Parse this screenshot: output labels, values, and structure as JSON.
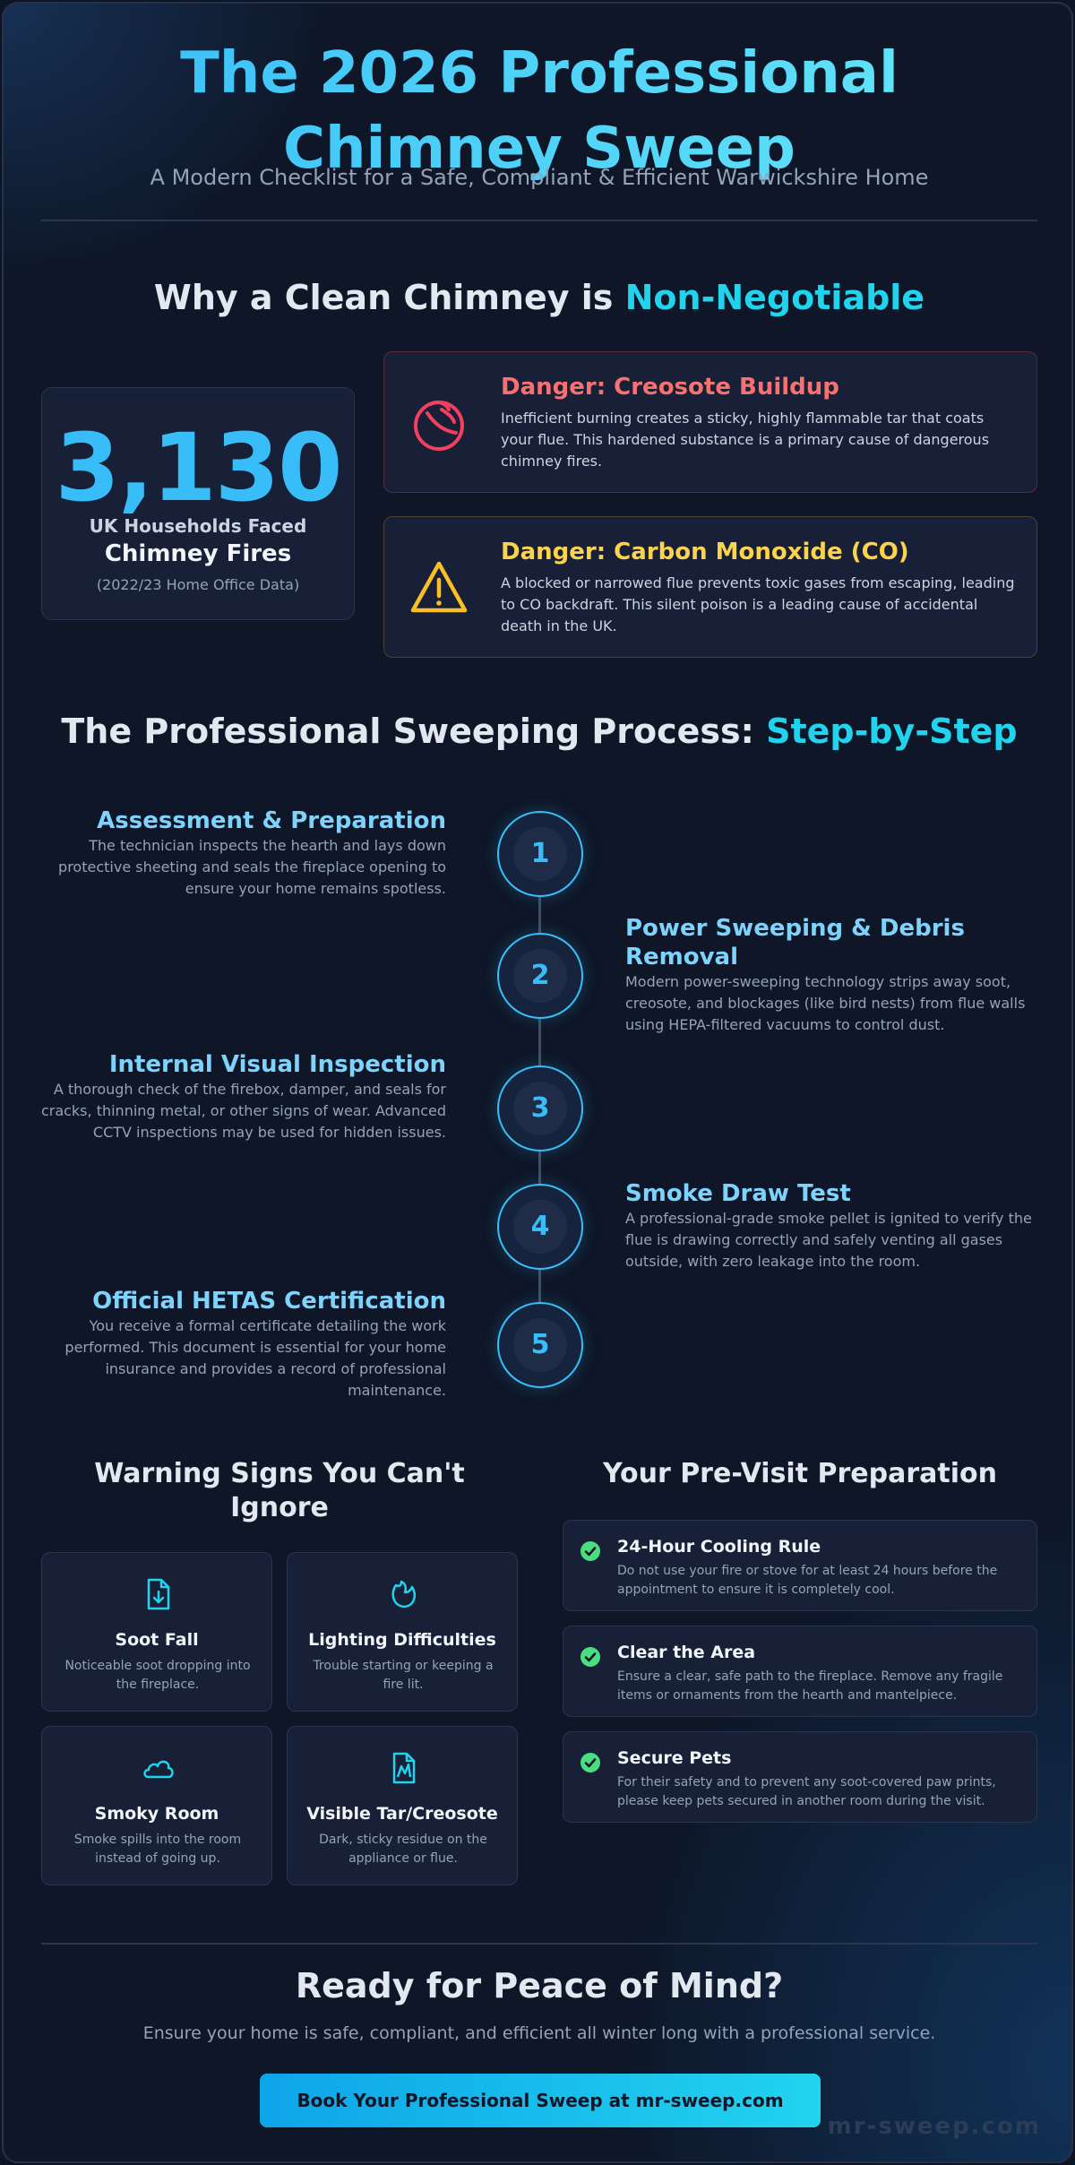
{
  "header": {
    "title": "The 2026 Professional Chimney Sweep",
    "subtitle": "A Modern Checklist for a Safe, Compliant & Efficient Warwickshire Home"
  },
  "why": {
    "heading_prefix": "Why a Clean Chimney is ",
    "heading_accent": "Non-Negotiable",
    "stat": {
      "number": "3,130",
      "line1": "UK Households Faced",
      "line2": "Chimney Fires",
      "source": "(2022/23 Home Office Data)"
    },
    "dangers": [
      {
        "title": "Danger: Creosote Buildup",
        "text": "Inefficient burning creates a sticky, highly flammable tar that coats your flue. This hardened substance is a primary cause of dangerous chimney fires.",
        "color": "#f87171",
        "icon": "fire-icon"
      },
      {
        "title": "Danger: Carbon Monoxide (CO)",
        "text": "A blocked or narrowed flue prevents toxic gases from escaping, leading to CO backdraft. This silent poison is a leading cause of accidental death in the UK.",
        "color": "#fcd34d",
        "icon": "warning-icon"
      }
    ]
  },
  "process": {
    "heading_prefix": "The Professional Sweeping Process: ",
    "heading_accent": "Step-by-Step",
    "steps": [
      {
        "num": "1",
        "title": "Assessment & Preparation",
        "text": "The technician inspects the hearth and lays down protective sheeting and seals the fireplace opening to ensure your home remains spotless."
      },
      {
        "num": "2",
        "title": "Power Sweeping & Debris Removal",
        "text": "Modern power-sweeping technology strips away soot, creosote, and blockages (like bird nests) from flue walls using HEPA-filtered vacuums to control dust."
      },
      {
        "num": "3",
        "title": "Internal Visual Inspection",
        "text": "A thorough check of the firebox, damper, and seals for cracks, thinning metal, or other signs of wear. Advanced CCTV inspections may be used for hidden issues."
      },
      {
        "num": "4",
        "title": "Smoke Draw Test",
        "text": "A professional-grade smoke pellet is ignited to verify the flue is drawing correctly and safely venting all gases outside, with zero leakage into the room."
      },
      {
        "num": "5",
        "title": "Official HETAS Certification",
        "text": "You receive a formal certificate detailing the work performed. This document is essential for your home insurance and provides a record of professional maintenance."
      }
    ]
  },
  "warnings": {
    "heading": "Warning Signs You Can't Ignore",
    "items": [
      {
        "title": "Soot Fall",
        "text": "Noticeable soot dropping into the fireplace.",
        "icon": "file-download-icon"
      },
      {
        "title": "Lighting Difficulties",
        "text": "Trouble starting or keeping a fire lit.",
        "icon": "flame-icon"
      },
      {
        "title": "Smoky Room",
        "text": "Smoke spills into the room instead of going up.",
        "icon": "cloud-icon"
      },
      {
        "title": "Visible Tar/Creosote",
        "text": "Dark, sticky residue on the appliance or flue.",
        "icon": "document-tar-icon"
      }
    ]
  },
  "prep": {
    "heading": "Your Pre-Visit Preparation",
    "items": [
      {
        "title": "24-Hour Cooling Rule",
        "text": "Do not use your fire or stove for at least 24 hours before the appointment to ensure it is completely cool."
      },
      {
        "title": "Clear the Area",
        "text": "Ensure a clear, safe path to the fireplace. Remove any fragile items or ornaments from the hearth and mantelpiece."
      },
      {
        "title": "Secure Pets",
        "text": "For their safety and to prevent any soot-covered paw prints, please keep pets secured in another room during the visit."
      }
    ]
  },
  "cta": {
    "heading": "Ready for Peace of Mind?",
    "text": "Ensure your home is safe, compliant, and efficient all winter long with a professional service.",
    "button": "Book Your Professional Sweep at mr-sweep.com"
  },
  "watermark": "mr-sweep.com"
}
